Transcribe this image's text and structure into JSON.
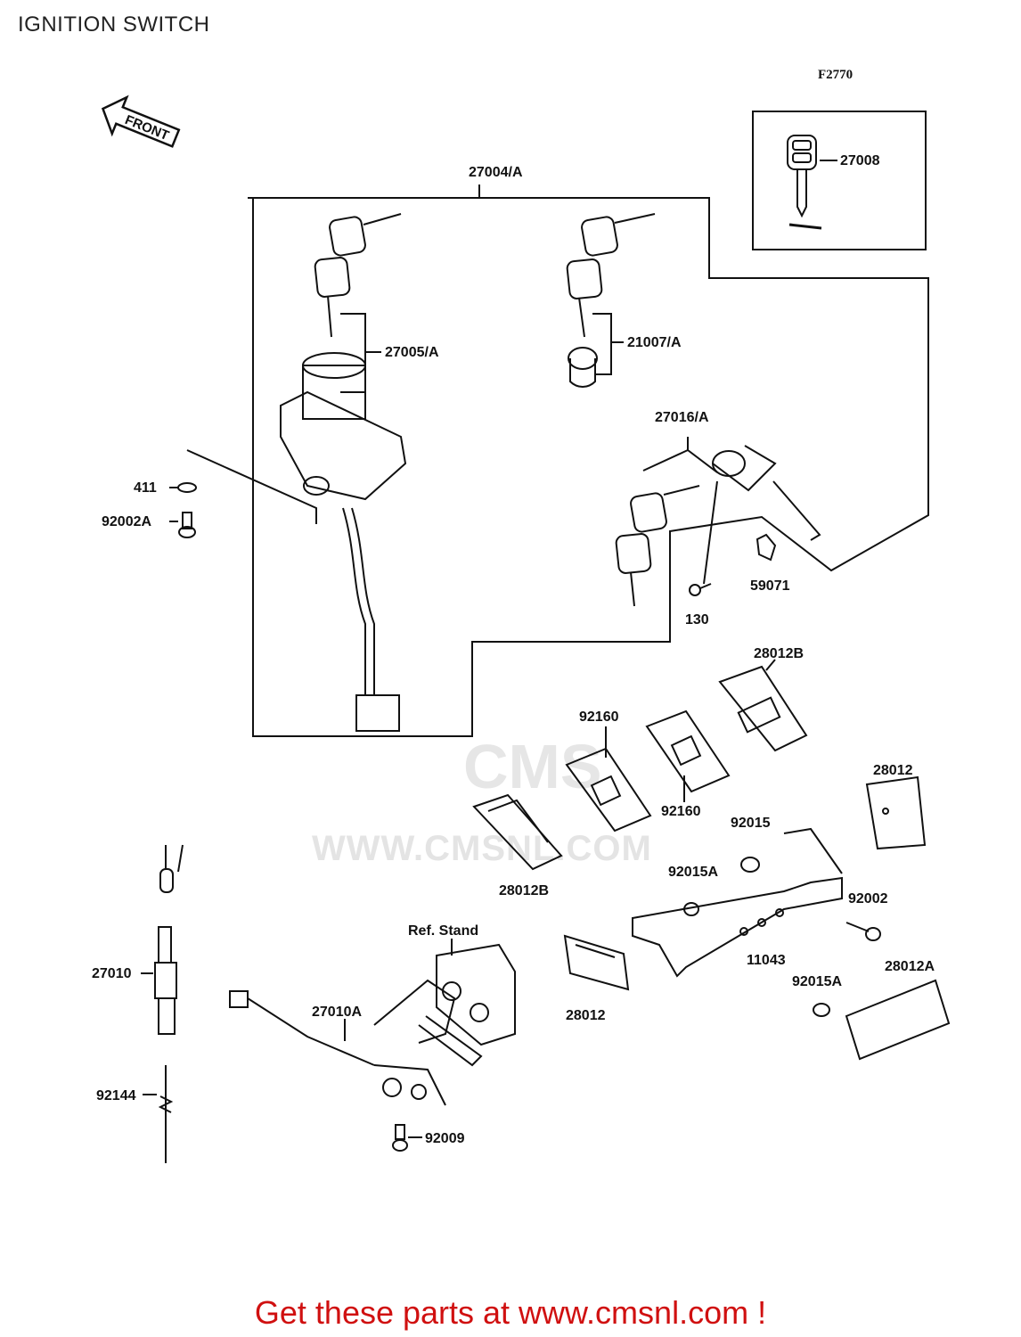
{
  "title": "IGNITION SWITCH",
  "figure_code": "F2770",
  "direction_label": "FRONT",
  "parts": {
    "p27004A": "27004/A",
    "p27008": "27008",
    "p27005A": "27005/A",
    "p21007A": "21007/A",
    "p27016A": "27016/A",
    "p411": "411",
    "p92002A": "92002A",
    "p59071": "59071",
    "p130": "130",
    "p28012B_top": "28012B",
    "p92160_a": "92160",
    "p92160_b": "92160",
    "p28012_right": "28012",
    "p92015": "92015",
    "p28012B_bottom": "28012B",
    "p92015A_a": "92015A",
    "p92002": "92002",
    "p11043": "11043",
    "p92015A_b": "92015A",
    "p28012A": "28012A",
    "p28012_mid": "28012",
    "p27010": "27010",
    "p27010A": "27010A",
    "p92144": "92144",
    "p92009": "92009",
    "ref_stand": "Ref. Stand"
  },
  "watermark": {
    "logo_text": "CMS",
    "site": "WWW.CMSNL.COM"
  },
  "footer": "Get these parts at www.cmsnl.com !"
}
